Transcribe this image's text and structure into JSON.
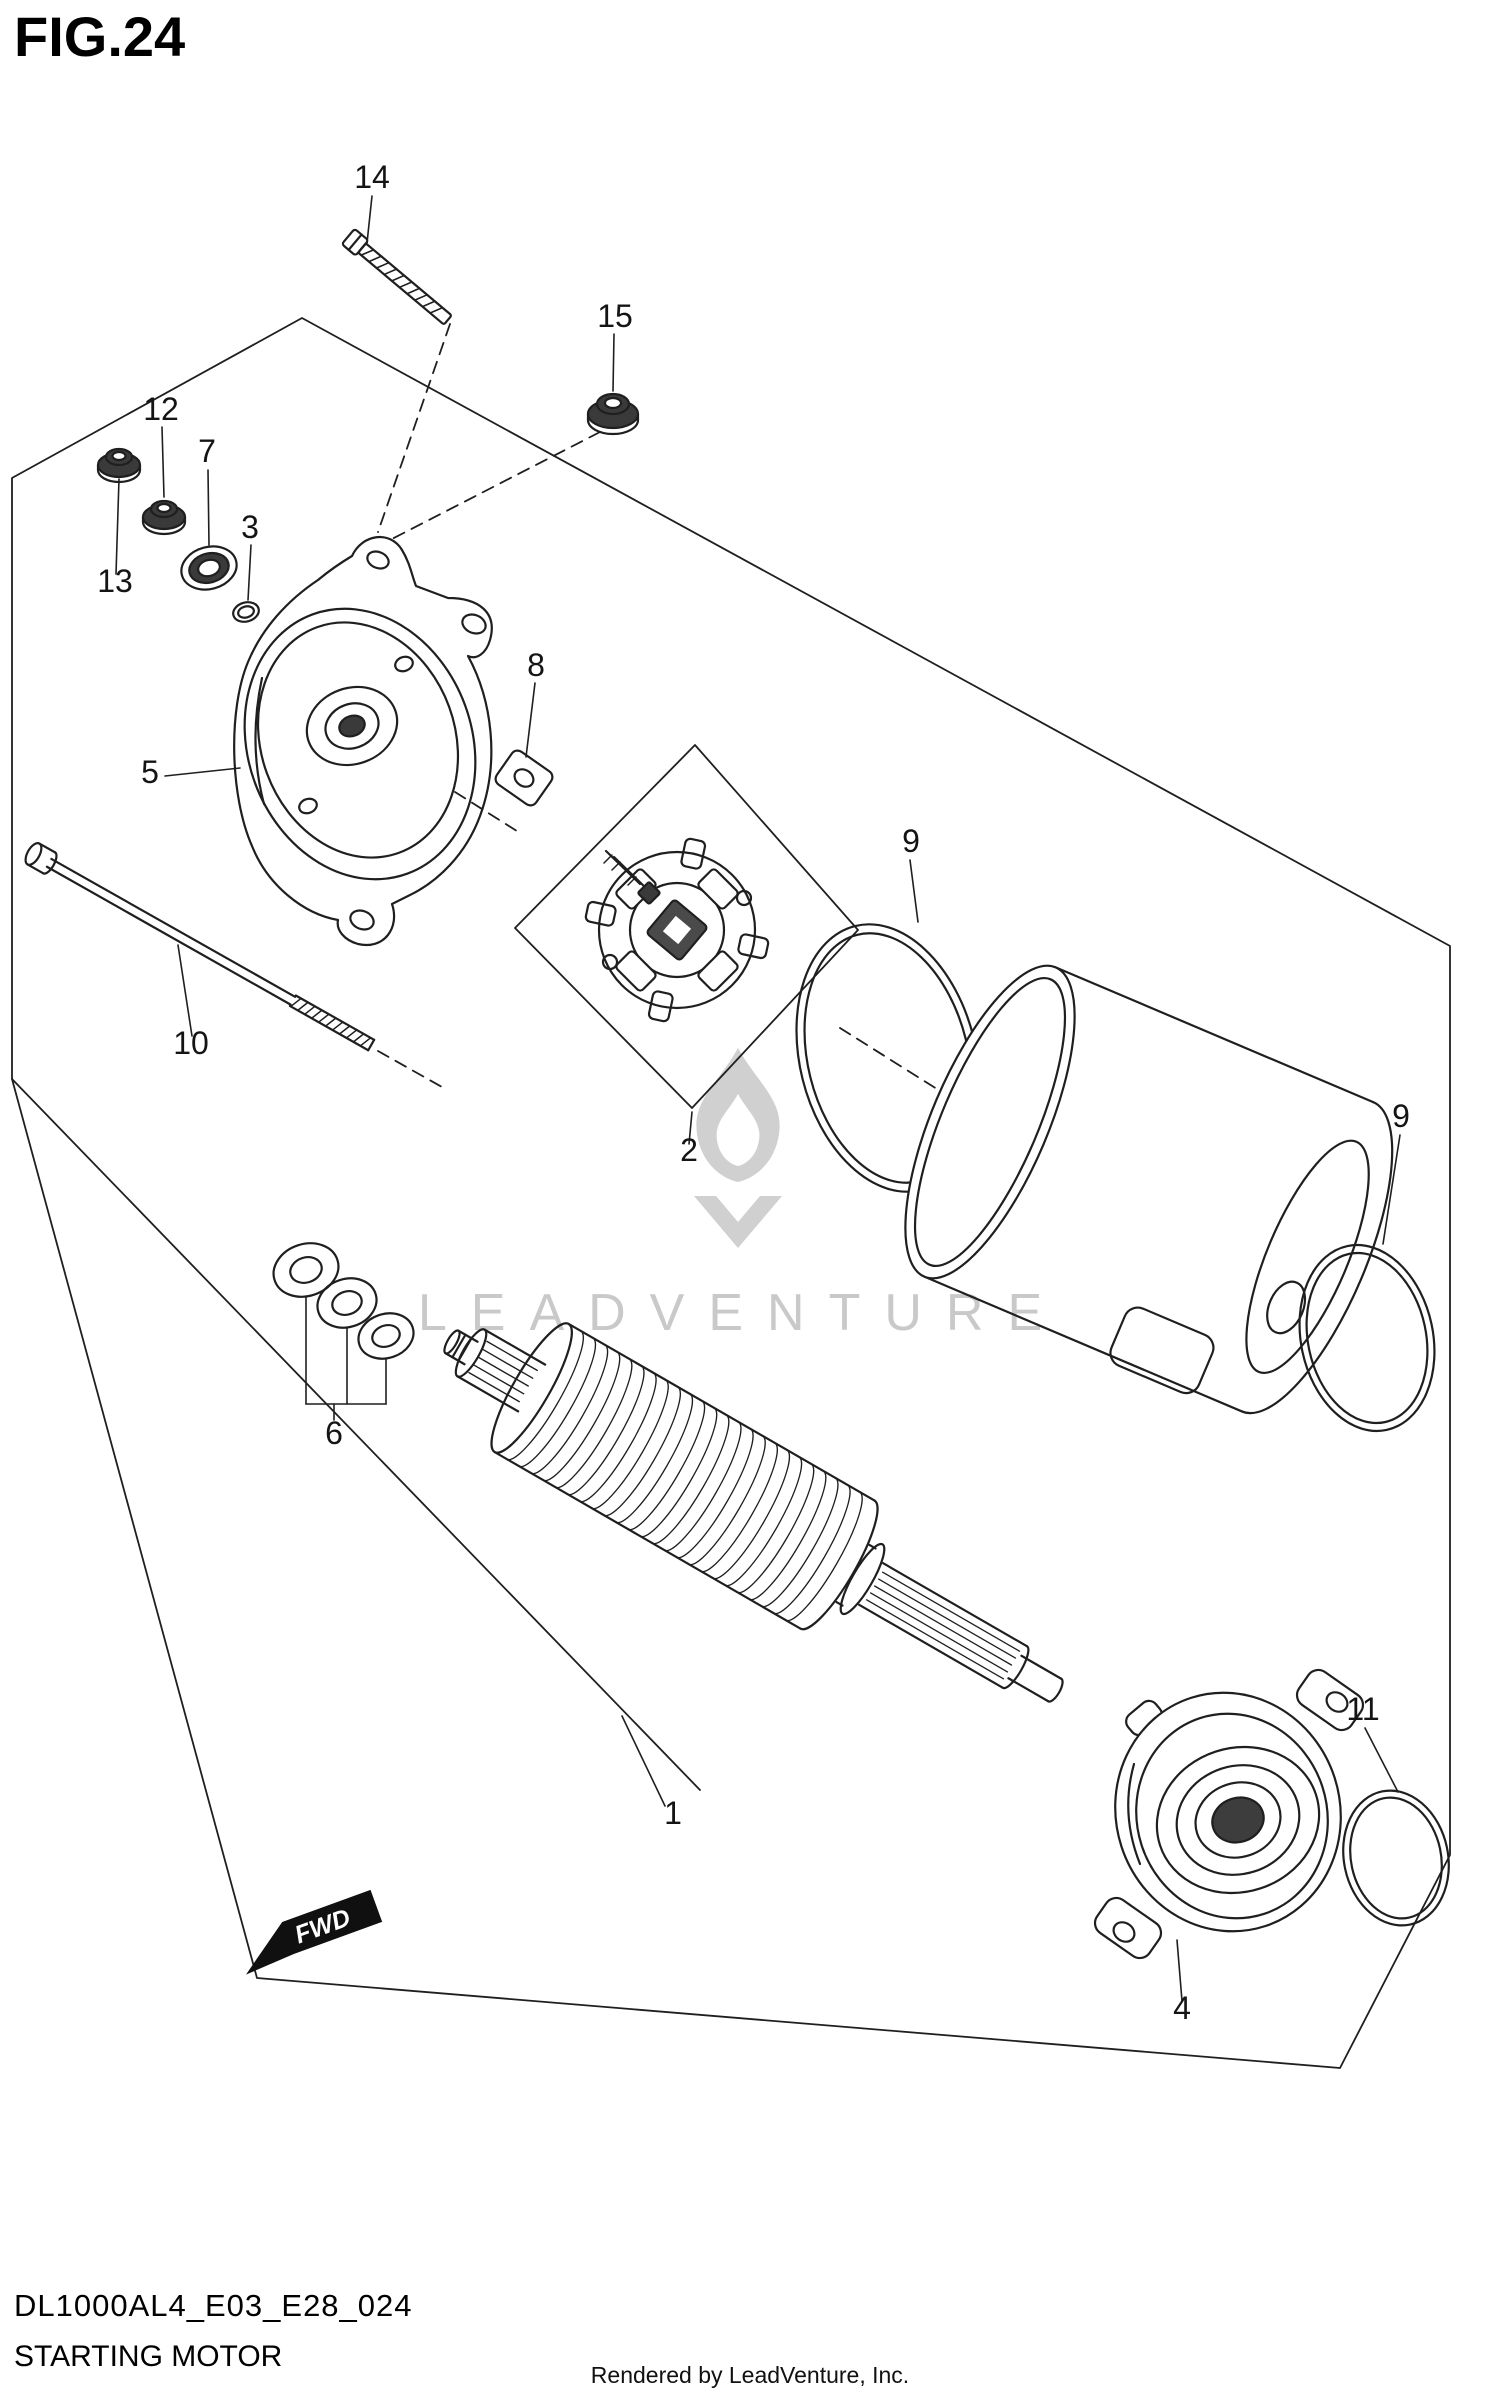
{
  "page": {
    "title": "FIG.24",
    "background": "#ffffff",
    "footer": {
      "part_code": "DL1000AL4_E03_E28_024",
      "part_name": "STARTING MOTOR",
      "rendered_by": "Rendered by LeadVenture, Inc."
    }
  },
  "diagram": {
    "type": "exploded-parts-diagram",
    "watermark": "LEADVENTURE",
    "fwd_label": "FWD",
    "line_color": "#1f1f1f",
    "watermark_color": "#c9c9c9",
    "callouts": [
      {
        "ref": "14"
      },
      {
        "ref": "15"
      },
      {
        "ref": "12"
      },
      {
        "ref": "7"
      },
      {
        "ref": "13"
      },
      {
        "ref": "3"
      },
      {
        "ref": "5"
      },
      {
        "ref": "8"
      },
      {
        "ref": "10"
      },
      {
        "ref": "2"
      },
      {
        "ref": "9"
      },
      {
        "ref": "9"
      },
      {
        "ref": "6"
      },
      {
        "ref": "1"
      },
      {
        "ref": "11"
      },
      {
        "ref": "4"
      }
    ]
  }
}
